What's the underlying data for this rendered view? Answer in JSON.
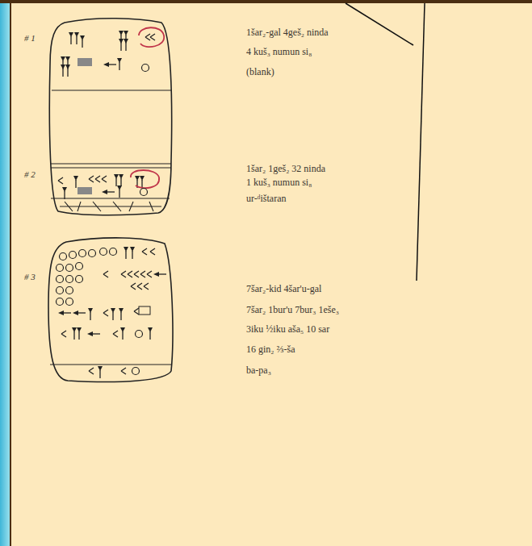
{
  "diagram": {
    "labels": [
      "# 1",
      "1šar₂-gal 4geš₂ ninda",
      "4 kuš₃ numun si₈",
      "(blank)",
      "# 2",
      "1šar₂ 1geš₂ 32 ninda",
      "1 kuš₃ numun si₈",
      "ur-ᵈištaran",
      "# 3",
      "7šar₂-kid 4šar'u-gal",
      "7šar₂ 1bur'u 7bur₃ 1eše₃",
      "3iku ½iku aša₅ 10 sar",
      "16 gin₂ ⅔-ša",
      "ba-pa₃"
    ]
  }
}
